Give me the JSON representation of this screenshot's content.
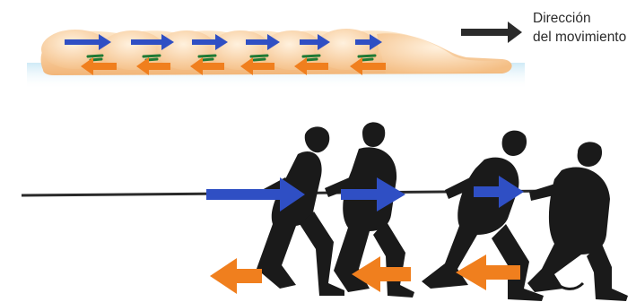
{
  "legend": {
    "line1": "Dirección",
    "line2": "del movimiento",
    "arrow_icon": "black-right-arrow"
  },
  "colors": {
    "forward_arrow": "#2f4fc4",
    "backward_arrow": "#f07f1e",
    "ring_mark": "#1f7a34",
    "body_light": "#fce0bc",
    "body_dark": "#f0b26f",
    "ground": "#bfe3f3",
    "figures": "#1a1a1a",
    "rope": "#2a2a2a",
    "legend_arrow": "#2b2b2b"
  }
}
